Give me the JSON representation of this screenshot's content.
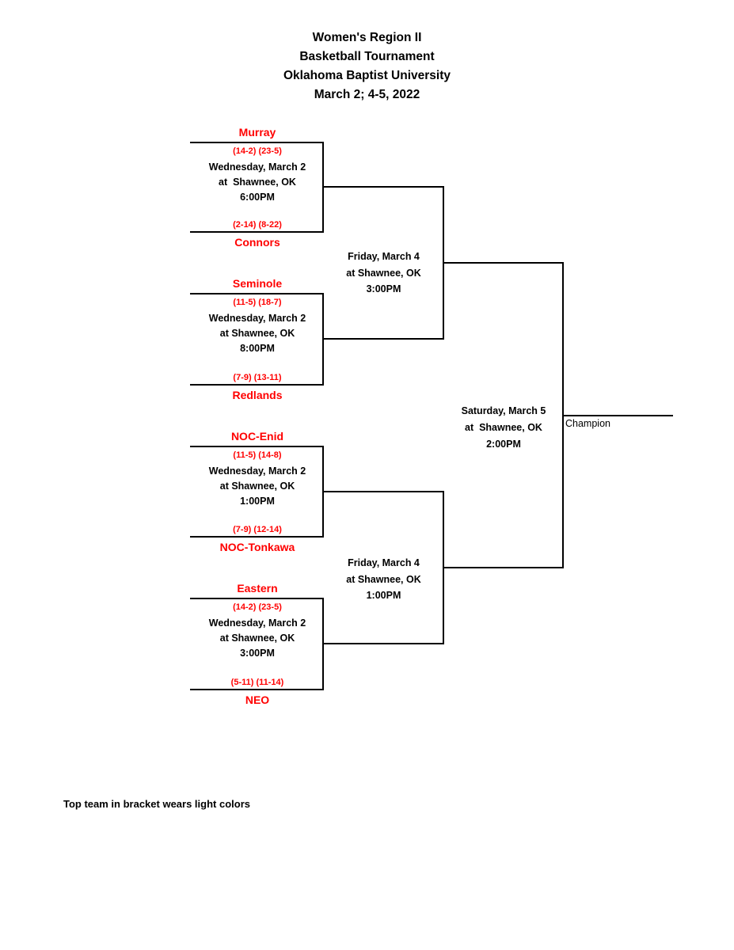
{
  "title": {
    "line1": "Women's Region II",
    "line2": "Basketball Tournament",
    "line3": "Oklahoma Baptist University",
    "line4": "March 2; 4-5, 2022"
  },
  "colors": {
    "team_name_red": "#ff0000",
    "text_black": "#000000",
    "line_black": "#000000",
    "background": "#ffffff"
  },
  "bracket": {
    "quarterfinals": [
      {
        "top_team": "Murray",
        "top_record": "(14-2) (23-5)",
        "date": "Wednesday, March 2",
        "venue": "at  Shawnee, OK",
        "time": "6:00PM",
        "bottom_record": "(2-14) (8-22)",
        "bottom_team": "Connors"
      },
      {
        "top_team": "Seminole",
        "top_record": "(11-5) (18-7)",
        "date": "Wednesday, March 2",
        "venue": "at Shawnee, OK",
        "time": "8:00PM",
        "bottom_record": "(7-9) (13-11)",
        "bottom_team": "Redlands"
      },
      {
        "top_team": "NOC-Enid",
        "top_record": "(11-5) (14-8)",
        "date": "Wednesday, March 2",
        "venue": "at Shawnee, OK",
        "time": "1:00PM",
        "bottom_record": "(7-9) (12-14)",
        "bottom_team": "NOC-Tonkawa"
      },
      {
        "top_team": "Eastern",
        "top_record": "(14-2) (23-5)",
        "date": "Wednesday, March 2",
        "venue": "at Shawnee, OK",
        "time": "3:00PM",
        "bottom_record": "(5-11) (11-14)",
        "bottom_team": "NEO"
      }
    ],
    "semifinals": [
      {
        "date": "Friday, March 4",
        "venue": "at Shawnee, OK",
        "time": "3:00PM"
      },
      {
        "date": "Friday, March 4",
        "venue": "at Shawnee, OK",
        "time": "1:00PM"
      }
    ],
    "final": {
      "date": "Saturday, March 5",
      "venue": "at  Shawnee, OK",
      "time": "2:00PM"
    },
    "champion_label": "Champion"
  },
  "footnote": "Top team in bracket wears light colors"
}
